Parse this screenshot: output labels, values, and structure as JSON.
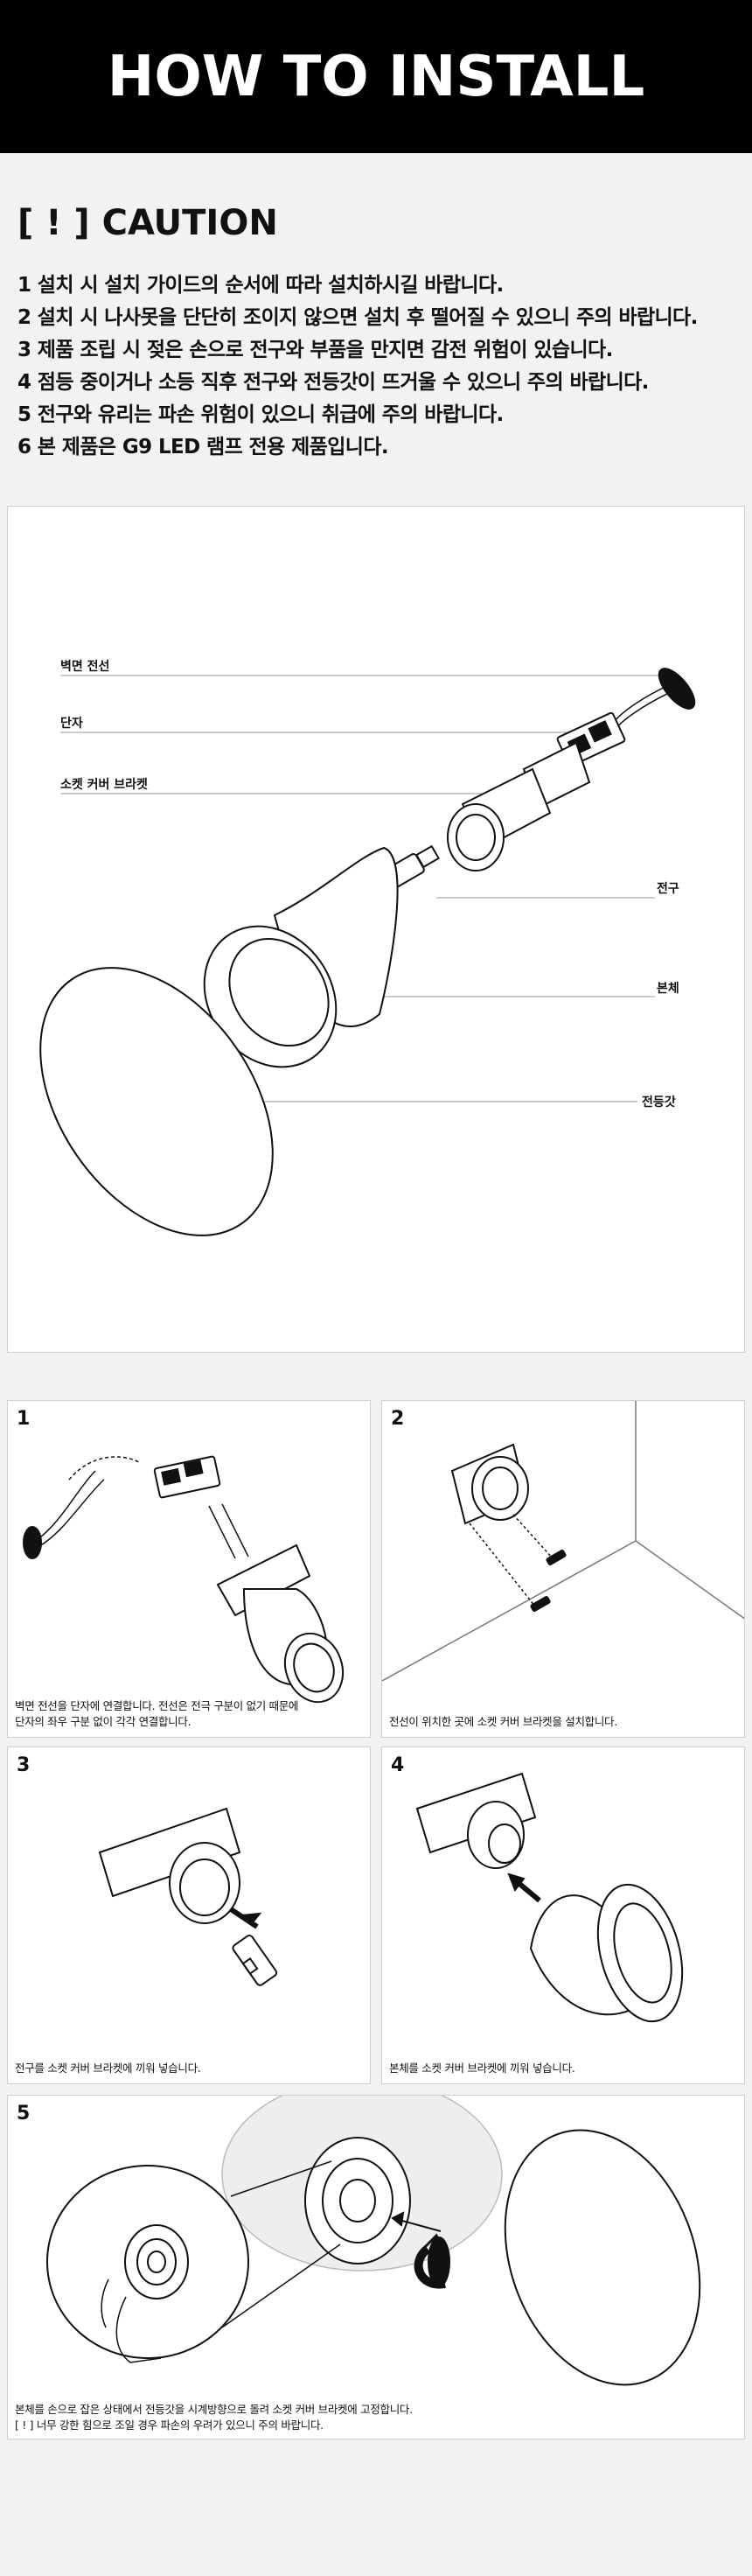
{
  "header": {
    "title": "HOW TO INSTALL"
  },
  "caution": {
    "title": "[ ! ] CAUTION",
    "items": [
      "1 설치 시 설치 가이드의 순서에 따라 설치하시길 바랍니다.",
      "2 설치 시 나사못을 단단히 조이지 않으면 설치 후 떨어질 수 있으니 주의 바랍니다.",
      "3 제품 조립 시 젖은 손으로 전구와 부품을 만지면 감전 위험이 있습니다.",
      "4 점등 중이거나 소등 직후 전구와 전등갓이 뜨거울 수 있으니 주의 바랍니다.",
      "5 전구와 유리는 파손 위험이 있으니 취급에 주의 바랍니다.",
      "6 본 제품은 G9 LED 램프 전용 제품입니다."
    ]
  },
  "diagram": {
    "labels": {
      "wall_wire": "벽면 전선",
      "terminal": "단자",
      "bracket": "소켓 커버 브라켓",
      "bulb": "전구",
      "body": "본체",
      "shade": "전등갓"
    }
  },
  "steps": [
    {
      "number": "1",
      "caption": [
        "벽면 전선을 단자에 연결합니다. 전선은 전극 구분이 없기 때문에",
        "단자의 좌우 구분 없이 각각 연결합니다."
      ]
    },
    {
      "number": "2",
      "caption": [
        "전선이 위치한 곳에 소켓 커버 브라켓을 설치합니다."
      ]
    },
    {
      "number": "3",
      "caption": [
        "전구를 소켓 커버 브라켓에 끼워 넣습니다."
      ]
    },
    {
      "number": "4",
      "caption": [
        "본체를 소켓 커버 브라켓에 끼워 넣습니다."
      ]
    },
    {
      "number": "5",
      "caption": [
        "본체를 손으로 잡은 상태에서 전등갓을 시계방향으로 돌려 소켓 커버 브라켓에 고정합니다.",
        "[ ! ] 너무 강한 힘으로 조일 경우 파손의 우려가 있으니 주의 바랍니다."
      ]
    }
  ]
}
